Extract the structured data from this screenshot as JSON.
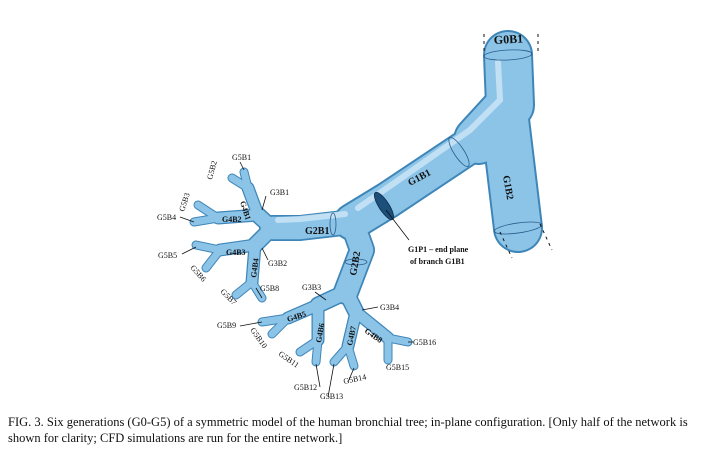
{
  "caption": "FIG. 3.  Six generations (G0-G5) of a symmetric model of the human bronchial tree; in-plane configuration. [Only half of the network is shown for clarity; CFD simulations are run for the entire network.]",
  "colors": {
    "tube_edge": "#3f86b8",
    "tube_fill": "#8cc4e8",
    "tube_highlight": "#cfe8f8",
    "accent": "#1c4f7a"
  },
  "labels": {
    "g0b1": "G0B1",
    "g1b1": "G1B1",
    "g1b2": "G1B2",
    "g2b1": "G2B1",
    "g2b2": "G2B2",
    "g3b1": "G3B1",
    "g3b2": "G3B2",
    "g3b3": "G3B3",
    "g3b4": "G3B4",
    "g4b1": "G4B1",
    "g4b2": "G4B2",
    "g4b3": "G4B3",
    "g4b4": "G4B4",
    "g4b5": "G4B5",
    "g4b6": "G4B6",
    "g4b7": "G4B7",
    "g4b8": "G4B8",
    "g5b1": "G5B1",
    "g5b2": "G5B2",
    "g5b3": "G5B3",
    "g5b4": "G5B4",
    "g5b5": "G5B5",
    "g5b6": "G5B6",
    "g5b7": "G5B7",
    "g5b8": "G5B8",
    "g5b9": "G5B9",
    "g5b10": "G5B10",
    "g5b11": "G5B11",
    "g5b12": "G5B12",
    "g5b13": "G5B13",
    "g5b14": "G5B14",
    "g5b15": "G5B15",
    "g5b16": "G5B16",
    "g1p1_line1": "G1P1 – end plane",
    "g1p1_line2": "of branch G1B1"
  }
}
